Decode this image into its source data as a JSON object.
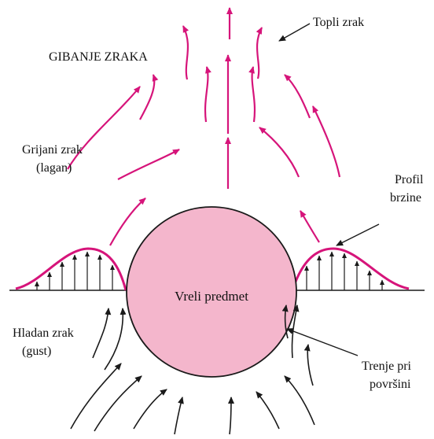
{
  "title": "GIBANJE ZRAKA",
  "labels": {
    "warm_air": "Topli zrak",
    "heated_air_line1": "Grijani zrak",
    "heated_air_line2": "(lagan)",
    "velocity_profile_line1": "Profil",
    "velocity_profile_line2": "brzine",
    "hot_object": "Vreli predmet",
    "cold_air_line1": "Hladan zrak",
    "cold_air_line2": "(gust)",
    "friction_line1": "Trenje pri",
    "friction_line2": "površini"
  },
  "colors": {
    "warm_flow": "#d6147a",
    "cold_flow": "#1a1a1a",
    "object_fill": "#f4b6cc",
    "object_stroke": "#1a1a1a",
    "text": "#111111"
  }
}
